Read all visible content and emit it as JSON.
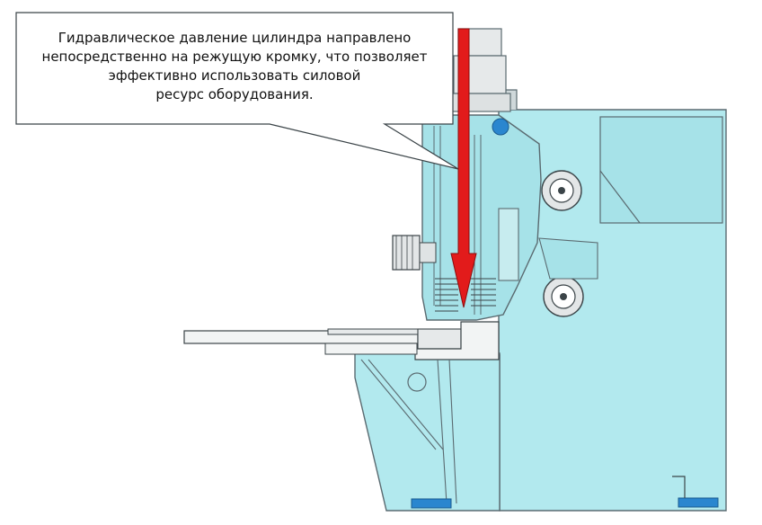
{
  "callout": {
    "lines": [
      "Гидравлическое давление цилиндра направлено",
      "непосредственно на режущую кромку, что позволяет",
      "эффективно использовать силовой",
      "ресурс оборудования."
    ]
  },
  "colors": {
    "machine_fill": "#b2e9ee",
    "outline": "#5a6a70",
    "arrow": "#e21b1b",
    "foot": "#2a86cf",
    "roller": "#dfe3e4"
  }
}
